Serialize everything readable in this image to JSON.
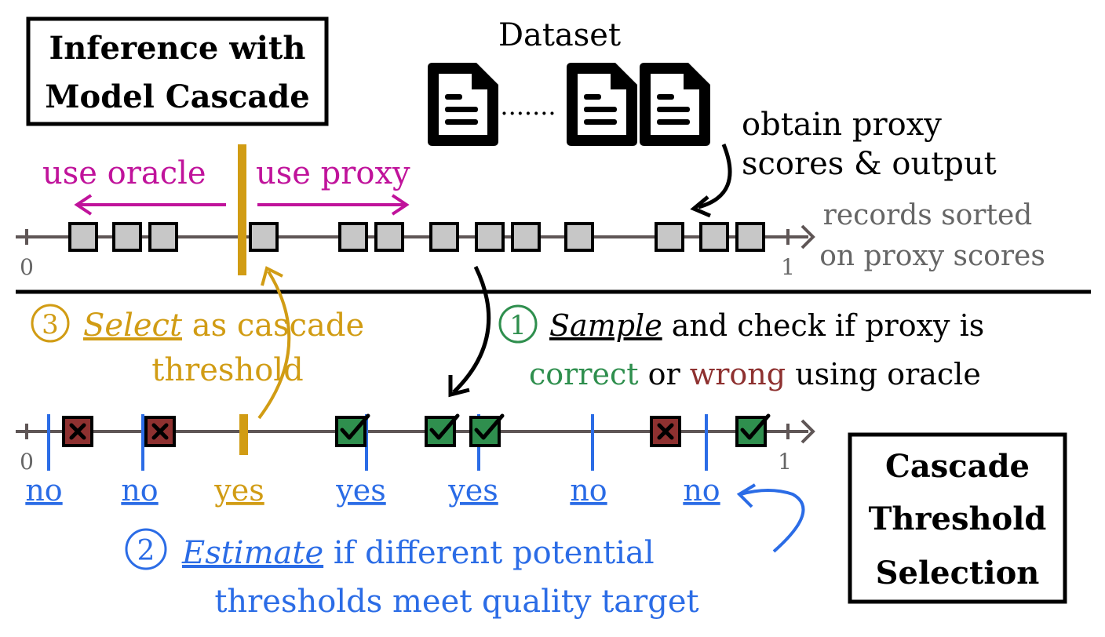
{
  "colors": {
    "magenta": "#c0139b",
    "gold": "#d19c14",
    "blue": "#2b6ce6",
    "green": "#2f8f4e",
    "red": "#8e3130",
    "axis": "#5f5656",
    "record_fill": "#c7c7c7",
    "grey_text": "#666666"
  },
  "top": {
    "title_line1": "Inference with",
    "title_line2": "Model Cascade",
    "dataset_label": "Dataset",
    "ellipsis": ".......",
    "proxy_note_line1": "obtain proxy",
    "proxy_note_line2": "scores & output",
    "use_oracle": "use oracle",
    "use_proxy": "use proxy",
    "axis_start": "0",
    "axis_end": "1",
    "sorted_note_line1": "records sorted",
    "sorted_note_line2": "on proxy scores"
  },
  "steps": {
    "step3_num": "3",
    "step3_verb": "Select",
    "step3_rest": " as cascade",
    "step3_line2": "threshold",
    "step1_num": "1",
    "step1_verb": "Sample",
    "step1_rest": " and check if proxy is",
    "step1_correct": "correct",
    "step1_or": " or ",
    "step1_wrong": "wrong",
    "step1_tail": " using oracle",
    "step2_num": "2",
    "step2_verb": "Estimate",
    "step2_rest": " if different potential",
    "step2_line2": "thresholds meet quality target"
  },
  "bottom": {
    "axis_start": "0",
    "axis_end": "1",
    "title_line1": "Cascade",
    "title_line2": "Threshold",
    "title_line3": "Selection",
    "threshold_labels": [
      "no",
      "no",
      "yes",
      "yes",
      "yes",
      "no",
      "no"
    ],
    "threshold_selected": [
      false,
      false,
      true,
      false,
      false,
      false,
      false
    ],
    "samples": [
      "wrong",
      "wrong",
      "correct",
      "correct",
      "correct",
      "wrong",
      "correct"
    ]
  }
}
